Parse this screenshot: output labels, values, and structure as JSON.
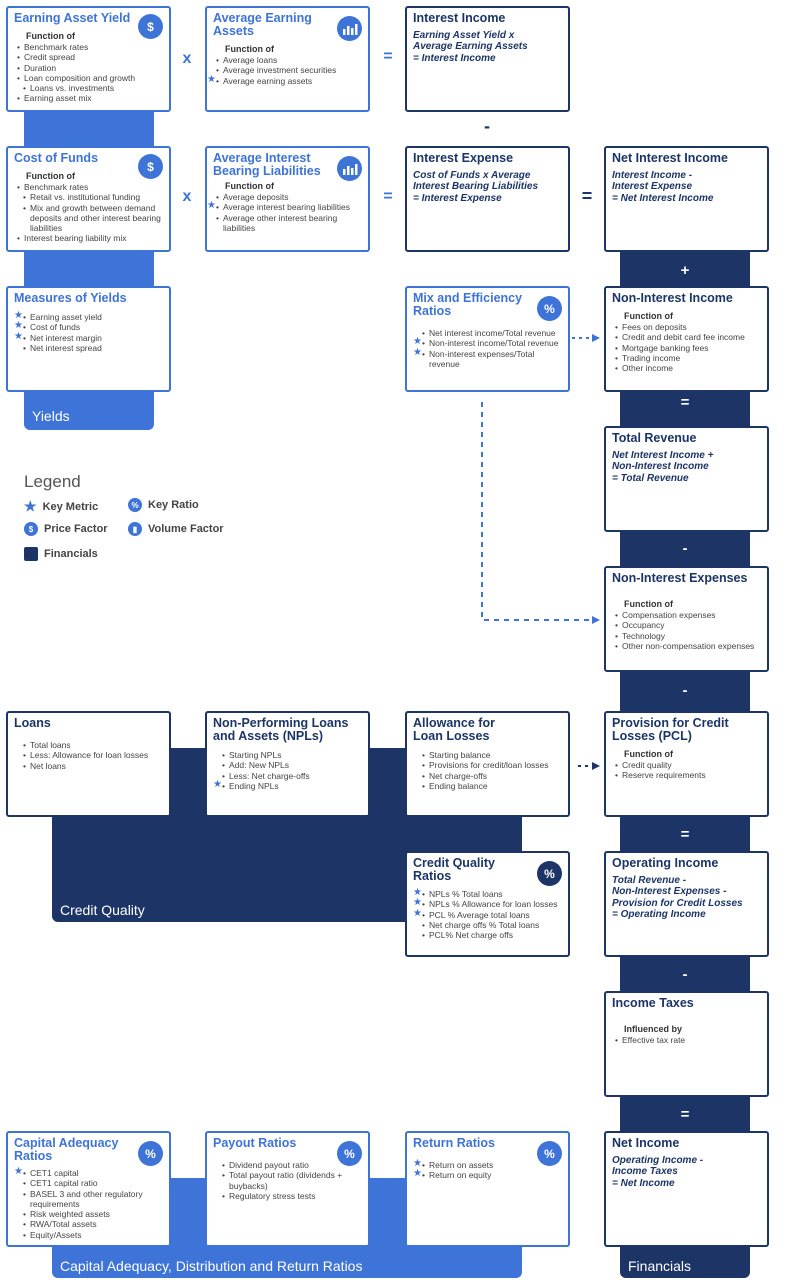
{
  "colors": {
    "blue": "#3e73d8",
    "navy": "#1c3566"
  },
  "bands": {
    "yields": "Yields",
    "credit_quality": "Credit Quality",
    "capital": "Capital Adequacy, Distribution and Return Ratios",
    "financials": "Financials"
  },
  "operators": {
    "times1": "x",
    "equals1": "=",
    "minus1": "-",
    "times2": "x",
    "equals2": "=",
    "equals3": "=",
    "plus1": "+",
    "equals4": "=",
    "minus2": "-",
    "minus3": "-",
    "equals5": "=",
    "minus4": "-",
    "equals6": "="
  },
  "legend": {
    "title": "Legend",
    "key_metric": "Key Metric",
    "key_ratio": "Key Ratio",
    "price_factor": "Price Factor",
    "volume_factor": "Volume Factor",
    "financials": "Financials"
  },
  "cards": {
    "eay": {
      "title": "Earning Asset Yield",
      "sub": "Function of",
      "items": [
        "Benchmark rates",
        "Credit spread",
        "Duration",
        "Loan composition and growth",
        "Loans vs. investments",
        "Earning asset mix"
      ]
    },
    "aea": {
      "title": "Average Earning Assets",
      "sub": "Function of",
      "items": [
        "Average loans",
        "Average investment securities",
        "Average earning assets"
      ]
    },
    "ii": {
      "title": "Interest Income",
      "formula": [
        "Earning Asset Yield x",
        "Average Earning Assets",
        "= Interest Income"
      ]
    },
    "cof": {
      "title": "Cost of Funds",
      "sub": "Function of",
      "items": [
        "Benchmark rates",
        "Retail vs. institutional funding",
        "Mix and growth between demand deposits and other interest bearing liabilities",
        "Interest bearing liability mix"
      ]
    },
    "aibl": {
      "title": "Average Interest Bearing Liabilities",
      "sub": "Function of",
      "items": [
        "Average deposits",
        "Average interest bearing liabilities",
        "Average other interest bearing liabilities"
      ]
    },
    "ie": {
      "title": "Interest Expense",
      "formula": [
        "Cost of Funds x Average",
        "Interest Bearing Liabilities",
        "= Interest Expense"
      ]
    },
    "nii": {
      "title": "Net Interest Income",
      "formula": [
        "Interest Income -",
        "Interest Expense",
        "= Net Interest Income"
      ]
    },
    "moy": {
      "title": "Measures of Yields",
      "items": [
        "Earning asset yield",
        "Cost of funds",
        "Net interest margin",
        "Net interest spread"
      ]
    },
    "mer": {
      "title": "Mix and Efficiency Ratios",
      "items": [
        "Net interest income/Total revenue",
        "Non-interest income/Total revenue",
        "Non-interest expenses/Total revenue"
      ]
    },
    "nonii": {
      "title": "Non-Interest Income",
      "sub": "Function of",
      "items": [
        "Fees on deposits",
        "Credit and debit card fee income",
        "Mortgage banking fees",
        "Trading income",
        "Other income"
      ]
    },
    "tr": {
      "title": "Total Revenue",
      "formula": [
        "Net Interest Income +",
        "Non-Interest Income",
        "= Total Revenue"
      ]
    },
    "nie": {
      "title": "Non-Interest Expenses",
      "sub": "Function of",
      "items": [
        "Compensation expenses",
        "Occupancy",
        "Technology",
        "Other non-compensation expenses"
      ]
    },
    "loans": {
      "title": "Loans",
      "items": [
        "Total loans",
        "Less: Allowance for loan losses",
        "Net loans"
      ]
    },
    "npl": {
      "title": "Non-Performing Loans and Assets (NPLs)",
      "items": [
        "Starting NPLs",
        "Add: New NPLs",
        "Less: Net charge-offs",
        "Ending NPLs"
      ]
    },
    "all": {
      "title": "Allowance for Loan Losses",
      "items": [
        "Starting balance",
        "Provisions for credit/loan losses",
        "Net charge-offs",
        "Ending balance"
      ]
    },
    "pcl": {
      "title": "Provision for Credit Losses (PCL)",
      "sub": "Function of",
      "items": [
        "Credit quality",
        "Reserve requirements"
      ]
    },
    "cqr": {
      "title": "Credit Quality Ratios",
      "items": [
        "NPLs % Total loans",
        "NPLs % Allowance for loan losses",
        "PCL % Average total loans",
        "Net charge offs % Total loans",
        "PCL% Net charge offs"
      ]
    },
    "oi": {
      "title": "Operating Income",
      "formula": [
        "Total Revenue -",
        "Non-Interest Expenses -",
        "Provision for Credit Losses",
        "= Operating Income"
      ]
    },
    "it": {
      "title": "Income Taxes",
      "sub": "Influenced by",
      "items": [
        "Effective tax rate"
      ]
    },
    "car": {
      "title": "Capital Adequacy Ratios",
      "items": [
        "CET1 capital",
        "CET1 capital ratio",
        "BASEL 3 and other regulatory requirements",
        "Risk weighted assets",
        "RWA/Total assets",
        "Equity/Assets"
      ]
    },
    "pr": {
      "title": "Payout Ratios",
      "items": [
        "Dividend payout ratio",
        "Total payout ratio (dividends + buybacks)",
        "Regulatory stress tests"
      ]
    },
    "rr": {
      "title": "Return Ratios",
      "items": [
        "Return on assets",
        "Return on equity"
      ]
    },
    "ni": {
      "title": "Net Income",
      "formula": [
        "Operating Income -",
        "Income Taxes",
        "= Net Income"
      ]
    }
  }
}
